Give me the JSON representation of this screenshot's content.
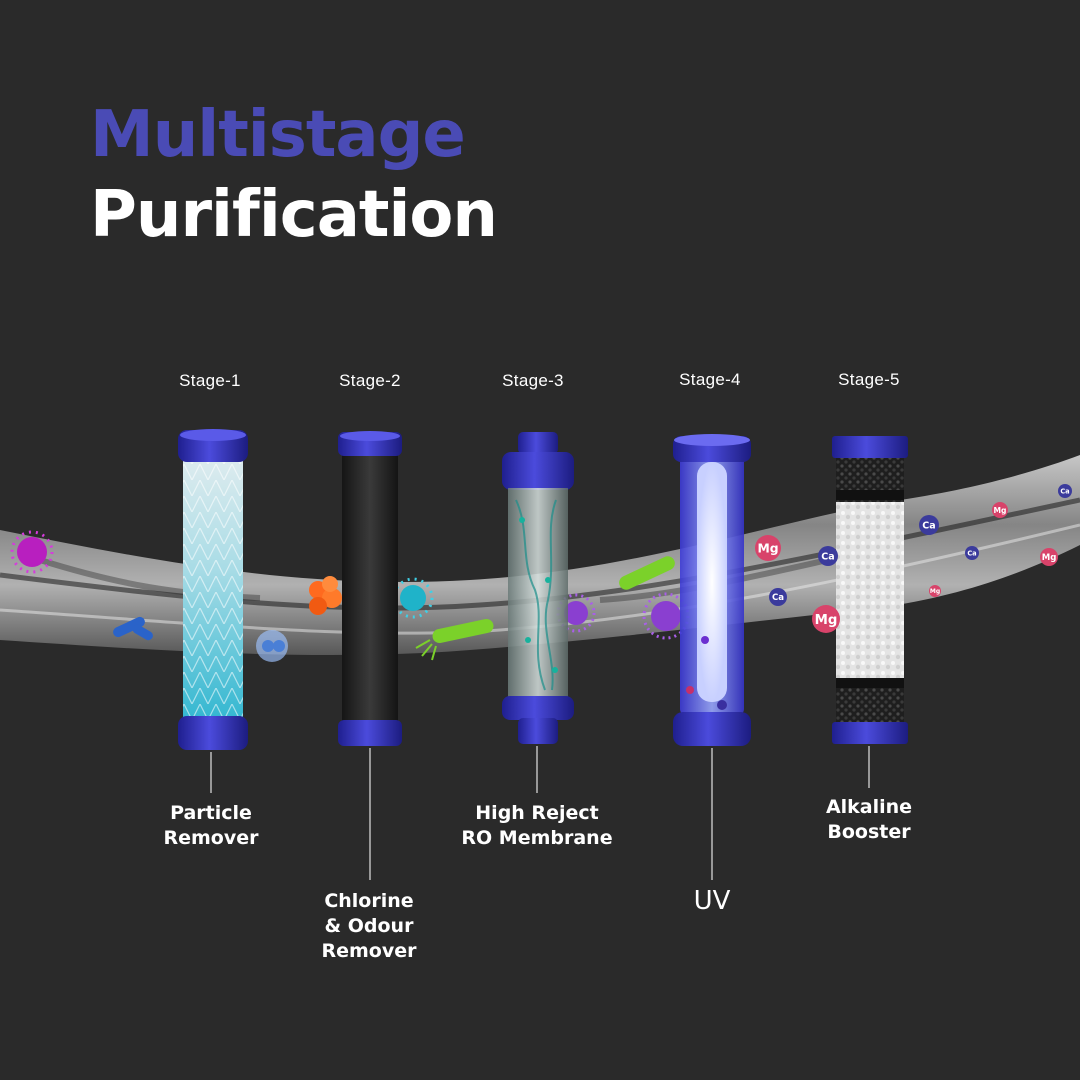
{
  "heading": {
    "line1": "Multistage",
    "line2": "Purification"
  },
  "colors": {
    "accent": "#4a4bb5",
    "cap": "#3535c0",
    "background": "#2a2a2a",
    "text": "#ffffff"
  },
  "stages": [
    {
      "label": "Stage-1",
      "name": "Particle\nRemover",
      "icon": "pleated-sediment-cartridge-icon"
    },
    {
      "label": "Stage-2",
      "name": "Chlorine\n& Odour\nRemover",
      "icon": "carbon-block-cartridge-icon"
    },
    {
      "label": "Stage-3",
      "name": "High Reject\nRO Membrane",
      "icon": "ro-membrane-cartridge-icon"
    },
    {
      "label": "Stage-4",
      "name": "UV",
      "icon": "uv-lamp-chamber-icon"
    },
    {
      "label": "Stage-5",
      "name": "Alkaline\nBooster",
      "icon": "mineral-cartridge-icon"
    }
  ],
  "minerals": [
    "Ca",
    "Mg"
  ]
}
